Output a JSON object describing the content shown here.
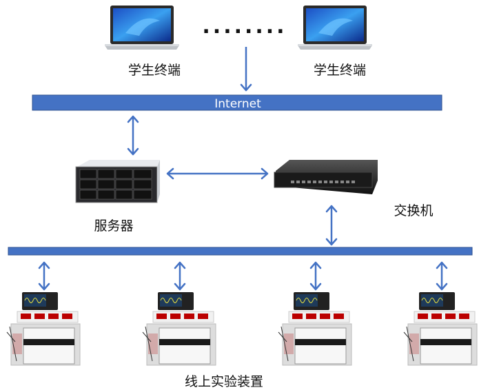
{
  "diagram": {
    "student_terminal_left": "学生终端",
    "student_terminal_right": "学生终端",
    "ellipsis": "........",
    "internet_label": "Internet",
    "server_label": "服务器",
    "switch_label": "交换机",
    "lab_devices_label": "线上实验装置",
    "device_count": 4
  },
  "colors": {
    "network_bar": "#4472C4",
    "arrow": "#4472C4",
    "bar_border": "#2F528F"
  }
}
